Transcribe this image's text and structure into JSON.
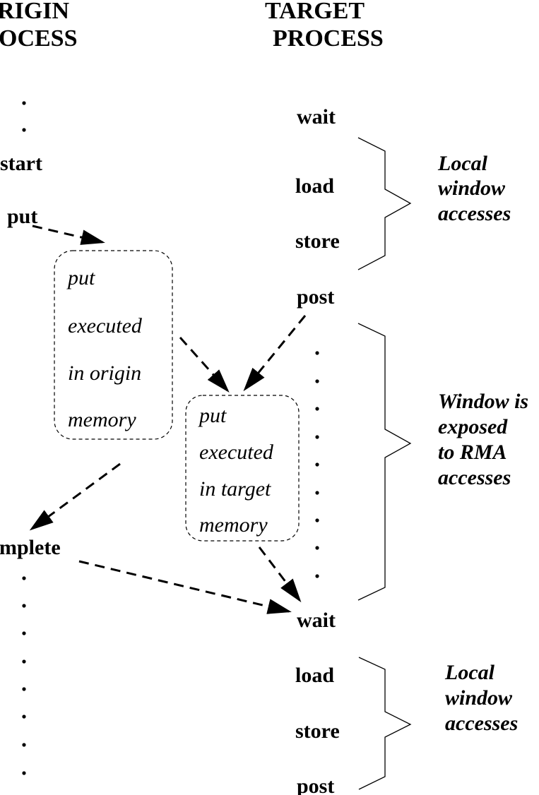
{
  "headers": {
    "origin_line1": "RIGIN",
    "origin_line2": "OCESS",
    "target_line1": "TARGET",
    "target_line2": "PROCESS"
  },
  "origin_steps": {
    "start": "start",
    "put": "put",
    "complete": "mplete"
  },
  "target_steps": {
    "wait1": "wait",
    "load1": "load",
    "store1": "store",
    "post1": "post",
    "wait2": "wait",
    "load2": "load",
    "store2": "store",
    "post2": "post"
  },
  "origin_box": [
    "put",
    "executed",
    "in origin",
    "memory"
  ],
  "target_box": [
    "put",
    "executed",
    "in target",
    "memory"
  ],
  "annotations": {
    "local1": [
      "Local",
      "window",
      "accesses"
    ],
    "exposed": [
      "Window is",
      "exposed",
      "to RMA",
      "accesses"
    ],
    "local2": [
      "Local",
      "window",
      "accesses"
    ]
  }
}
